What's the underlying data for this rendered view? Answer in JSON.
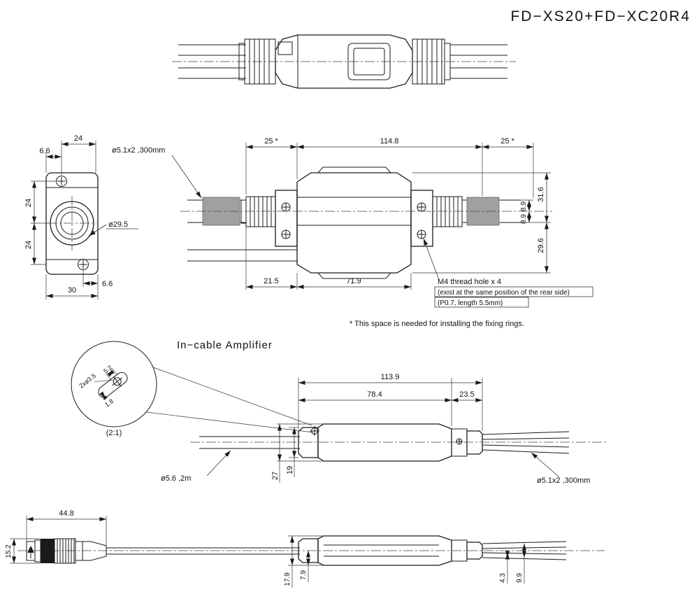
{
  "title": "FD−XS20+FD−XC20R4",
  "amplifier_section": {
    "heading": "In−cable Amplifier",
    "detail_scale": "(2:1)"
  },
  "notes": {
    "m4_line1": "M4 thread hole x 4",
    "m4_line2": "(exist at the same position of the rear side)",
    "m4_line3": "(P0.7, length 5.5mm)",
    "fixing_space": "*  This space is needed for installing the fixing rings."
  },
  "head_view": {
    "dim_top_width": "24",
    "dim_top_offset": "6.6",
    "dim_side_upper": "24",
    "dim_side_lower": "24",
    "dim_bottom_offset": "6.6",
    "dim_bottom_width": "30",
    "dim_lens_dia": "ø29.5"
  },
  "main_view": {
    "cable_label": "ø5.1x2 ,300mm",
    "dim_space_left": "25 *",
    "dim_length": "114.8",
    "dim_space_right": "25 *",
    "dim_h_top": "31.6",
    "dim_cable_top": "8.9",
    "dim_cable_bottom": "8.9",
    "dim_h_bottom": "29.6",
    "dim_offset": "21.5",
    "dim_body": "71.9"
  },
  "amp_view": {
    "dim_total": "113.9",
    "dim_front": "78.4",
    "dim_rear": "23.5",
    "dim_h_clamp": "27",
    "dim_h_body": "19",
    "cable_left": "ø5.6 ,2m",
    "cable_right": "ø5.1x2 ,300mm",
    "detail_holes": "2xø3.5",
    "detail_w": "5.2",
    "detail_h": "1.8"
  },
  "bottom_view": {
    "dim_conn_len": "44.8",
    "dim_conn_dia": "15.2",
    "dim_h1": "17.9",
    "dim_h2": "7.9",
    "dim_h3": "4.3",
    "dim_h4": "9.9"
  }
}
